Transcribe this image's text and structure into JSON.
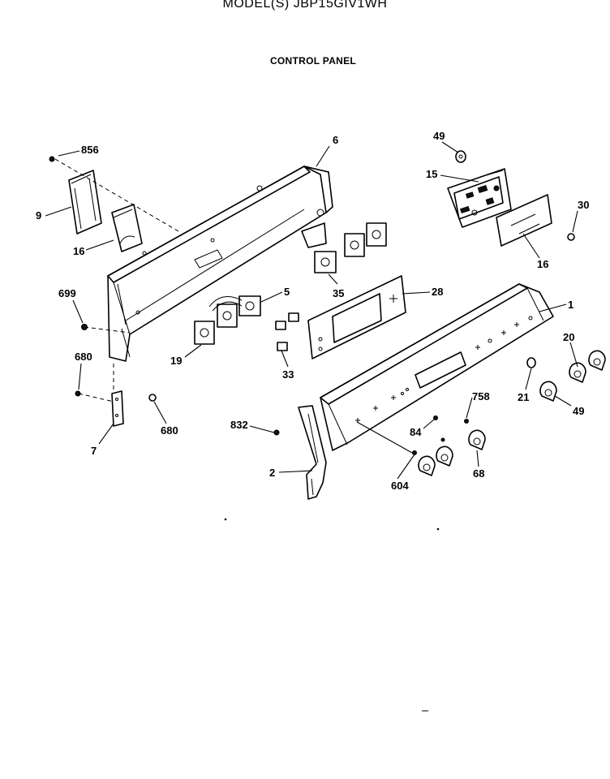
{
  "header": {
    "title": "MODEL(S) JBP15GIV1WH",
    "subtitle": "CONTROL PANEL"
  },
  "callouts": {
    "c856": "856",
    "c6": "6",
    "c49a": "49",
    "c15": "15",
    "c30": "30",
    "c9": "9",
    "c16a": "16",
    "c16b": "16",
    "c699": "699",
    "c5": "5",
    "c28": "28",
    "c35": "35",
    "c1": "1",
    "c19": "19",
    "c33": "33",
    "c680a": "680",
    "c20": "20",
    "c21": "21",
    "c758": "758",
    "c49b": "49",
    "c680b": "680",
    "c832": "832",
    "c84": "84",
    "c7": "7",
    "c2": "2",
    "c604": "604",
    "c68": "68"
  }
}
